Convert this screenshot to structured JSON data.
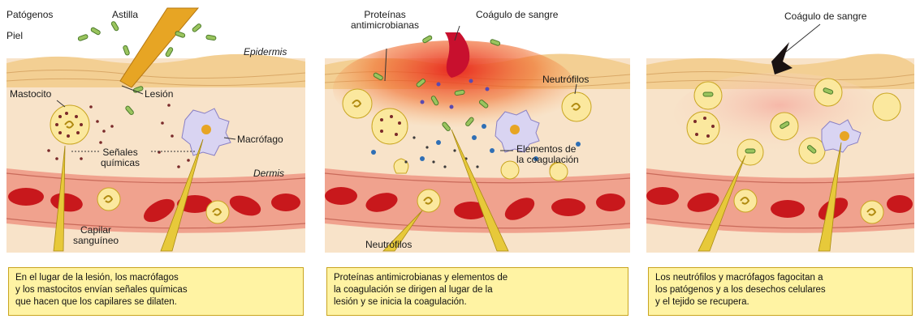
{
  "panels": [
    {
      "labels": {
        "patogenos": "Patógenos",
        "astilla": "Astilla",
        "piel": "Piel",
        "epidermis": "Epidermis",
        "mastocito": "Mastocito",
        "lesion": "Lesión",
        "senales": "Señales\nquímicas",
        "macrofago": "Macrófago",
        "dermis": "Dermis",
        "capilar": "Capilar\nsanguíneo"
      },
      "caption": "En el lugar de la lesión, los macrófagos\ny los mastocitos envían señales químicas\nque hacen que los capilares se dilaten."
    },
    {
      "labels": {
        "proteinas": "Proteínas\nantimicrobianas",
        "coagulo": "Coágulo de sangre",
        "neutrofilos_top": "Neutrófilos",
        "elementos": "Elementos de\nla coagulación",
        "neutrofilos_bottom": "Neutrófilos"
      },
      "caption": "Proteínas antimicrobianas y elementos de\nla coagulación se dirigen al lugar de la\nlesión y se inicia la coagulación."
    },
    {
      "labels": {
        "coagulo": "Coágulo de sangre"
      },
      "caption": "Los neutrófilos y macrófagos fagocitan a\nlos patógenos y a los desechos celulares\ny el tejido se recupera."
    }
  ],
  "colors": {
    "epidermis": "#f3cf93",
    "dermis": "#f8e3c9",
    "vessel_wall": "#f0a28e",
    "rbc": "#c8181c",
    "clot": "#c8102e",
    "caption_bg": "#fff3a3"
  }
}
